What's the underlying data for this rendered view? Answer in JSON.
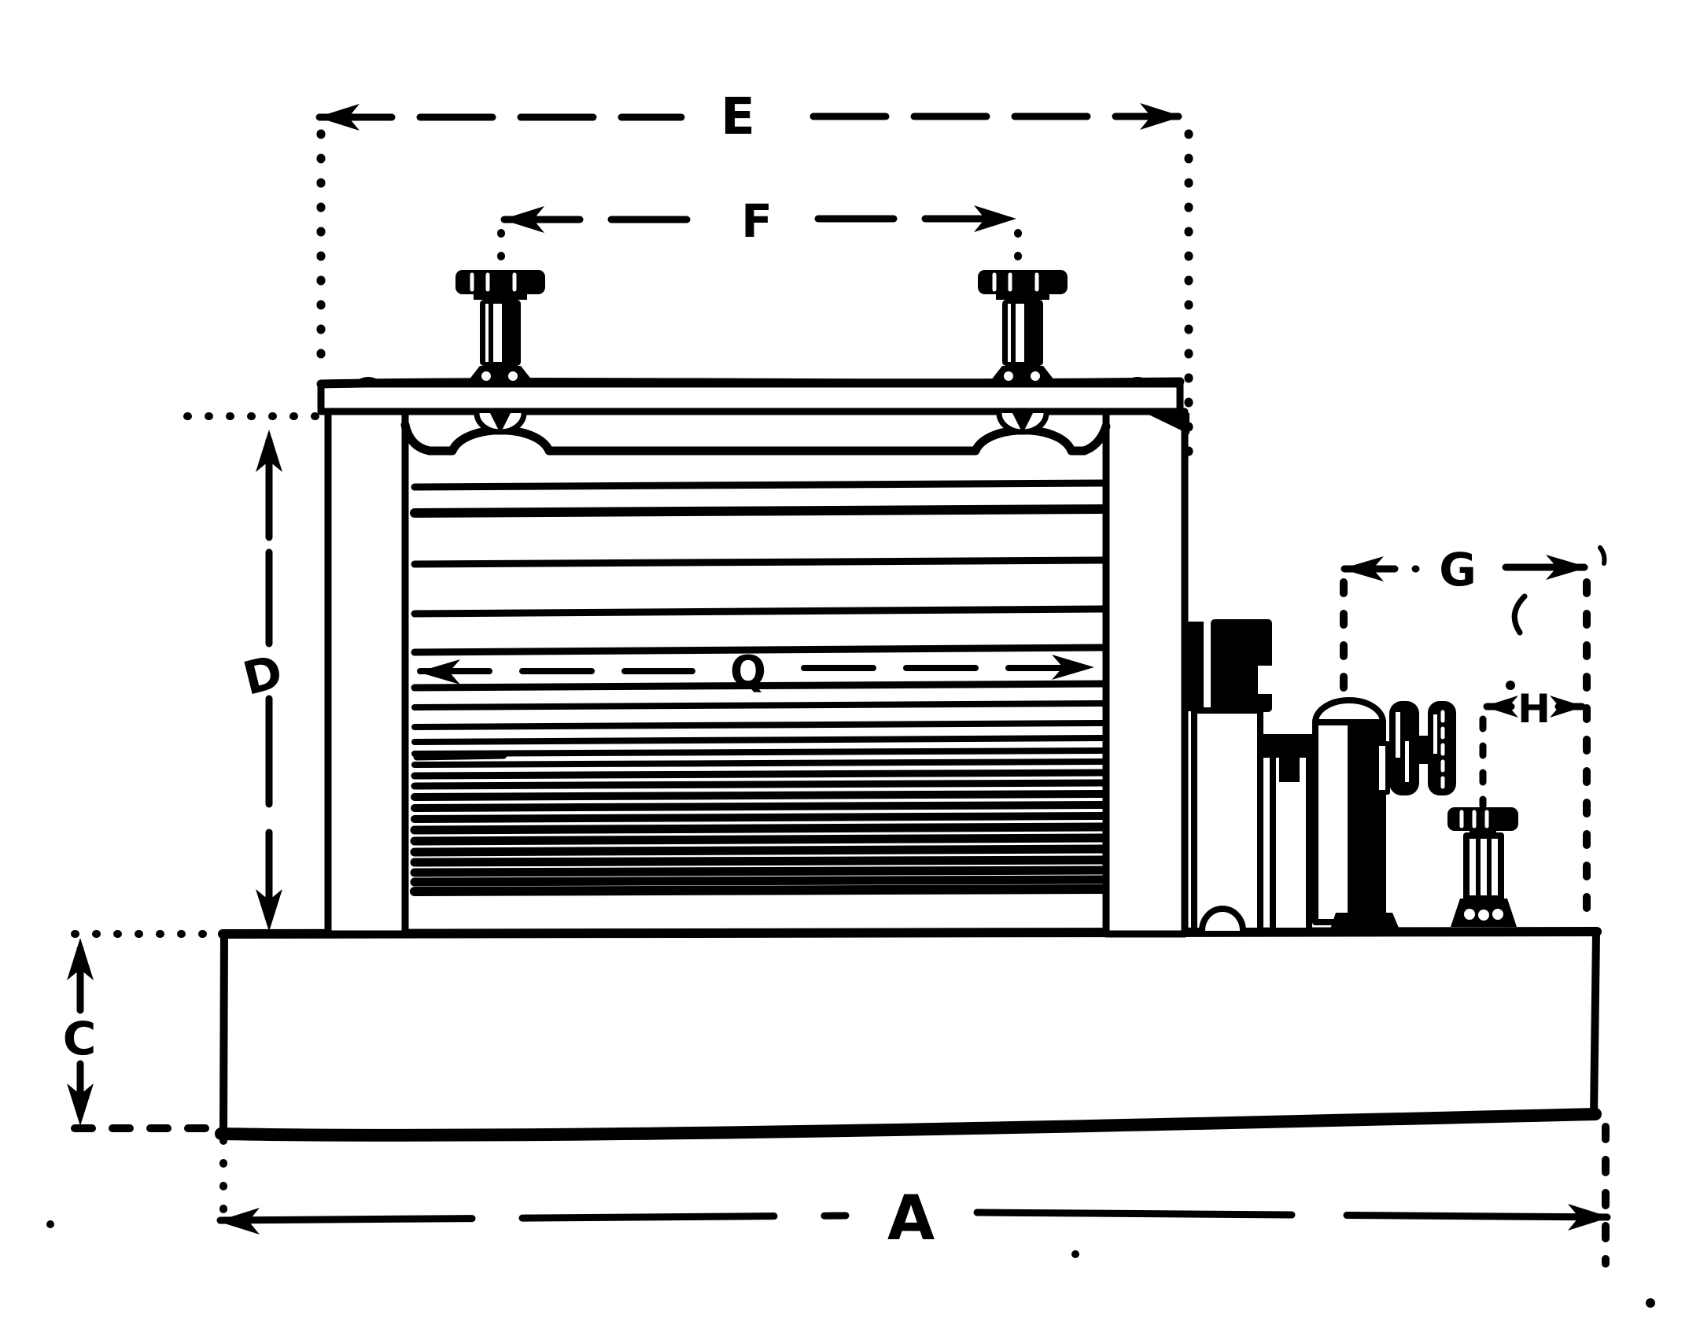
{
  "figure": {
    "kind": "technical-line-drawing",
    "subject": "Side elevation of an induction coil with vibrator key on a rectangular base, annotated with dimension letters",
    "ink_color": "#000000",
    "paper_color": "#ffffff",
    "dimension_labels": {
      "A": "A",
      "C": "C",
      "D": "D",
      "E": "E",
      "F": "F",
      "G": "G",
      "H": "H",
      "Q": "Q"
    }
  }
}
